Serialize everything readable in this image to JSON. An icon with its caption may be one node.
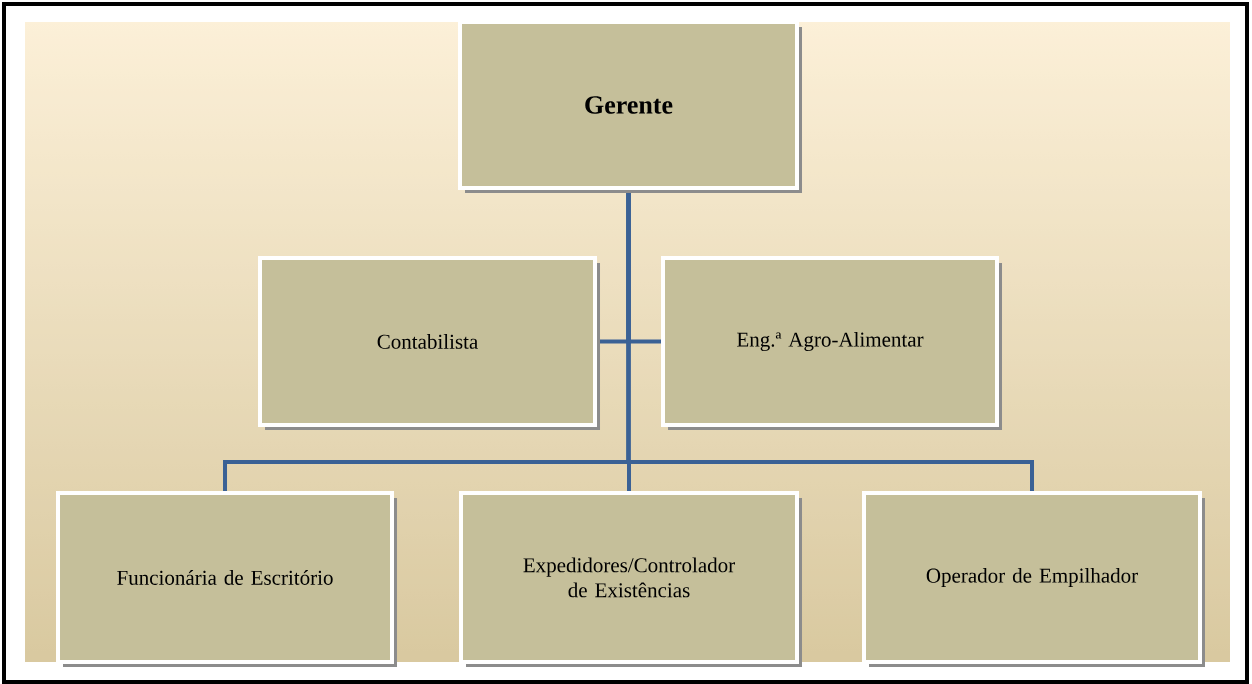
{
  "diagram": {
    "nodes": [
      {
        "text": [
          "Gerente"
        ]
      },
      {
        "text": [
          "Contabilista"
        ]
      },
      {
        "text": [
          "Eng.ª Agro-Alimentar"
        ]
      },
      {
        "text": [
          "Funcionária de Escritório"
        ]
      },
      {
        "text": [
          "Expedidores/Controlador de Existências"
        ]
      },
      {
        "text": [
          "Operador de Empilhador"
        ]
      }
    ],
    "edges": [
      {
        "from": 0,
        "to": 1,
        "arrow": "none"
      },
      {
        "from": 0,
        "to": 2,
        "arrow": "none"
      },
      {
        "from": 0,
        "to": 3,
        "arrow": "none"
      },
      {
        "from": 0,
        "to": 4,
        "arrow": "none"
      },
      {
        "from": 0,
        "to": 5,
        "arrow": "none"
      }
    ]
  }
}
